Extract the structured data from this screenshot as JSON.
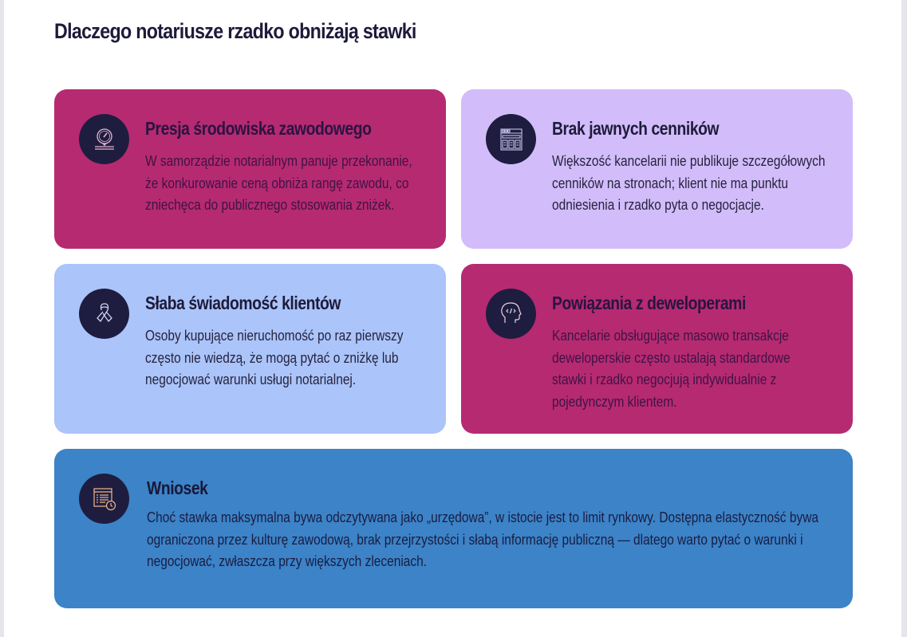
{
  "page": {
    "title": "Dlaczego notariusze rzadko obniżają stawki"
  },
  "colors": {
    "magenta": "#b62a72",
    "lavender": "#d2bcf9",
    "periwinkle": "#abc4f9",
    "blue": "#3c83c8",
    "icon_circle": "#1e1d3f",
    "title_text": "#1d1b3a"
  },
  "cards": [
    {
      "icon": "pressure-gauge-icon",
      "heading": "Presja środowiska zawodowego",
      "body": "W samorządzie notarialnym panuje przekonanie, że konkurowanie ceną obniża rangę zawodu, co zniechęca do publicznego stosowania zniżek."
    },
    {
      "icon": "browser-window-icon",
      "heading": "Brak jawnych cenników",
      "body": "Większość kancelarii nie publikuje szczegółowych cenników na stronach; klient nie ma punktu odniesienia i rzadko pyta o negocjacje."
    },
    {
      "icon": "awareness-ribbon-icon",
      "heading": "Słaba świadomość klientów",
      "body": "Osoby kupujące nieruchomość po raz pierwszy często nie wiedzą, że mogą pytać o zniżkę lub negocjować warunki usługi notarialnej."
    },
    {
      "icon": "head-code-icon",
      "heading": "Powiązania z deweloperami",
      "body": "Kancelarie obsługujące masowo transakcje deweloperskie często ustalają standardowe stawki i rzadko negocjują indywidualnie z pojedynczym klientem."
    }
  ],
  "conclusion": {
    "icon": "document-clock-icon",
    "heading": "Wniosek",
    "body": "Choć stawka maksymalna bywa odczytywana jako „urzędowa”, w istocie jest to limit rynkowy. Dostępna elastyczność bywa ograniczona przez kulturę zawodową, brak przejrzystości i słabą informację publiczną — dlatego warto pytać o warunki i negocjować, zwłaszcza przy większych zleceniach."
  }
}
